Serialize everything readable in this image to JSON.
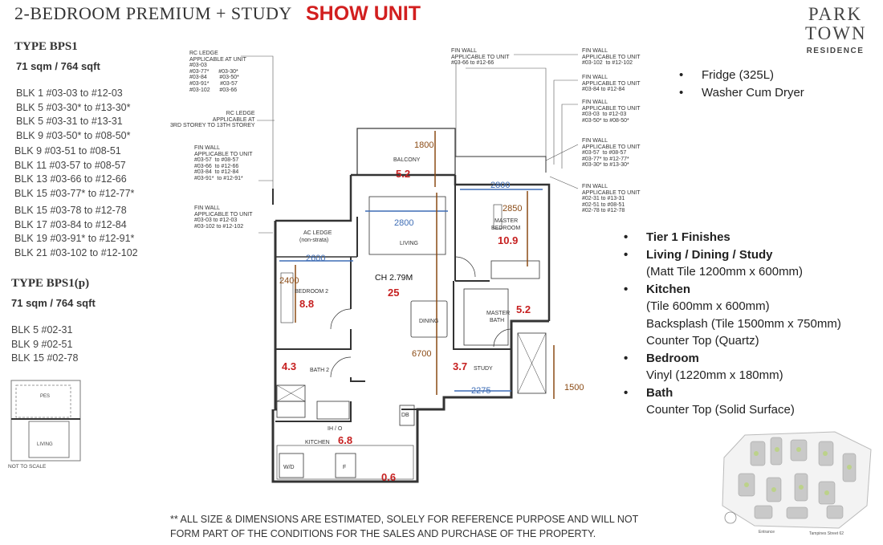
{
  "header": {
    "title": "2-BEDROOM PREMIUM + STUDY",
    "show_unit": "SHOW UNIT",
    "logo_line1": "PARK",
    "logo_line2": "TOWN",
    "logo_sub": "RESIDENCE"
  },
  "type_bps1": {
    "title": "TYPE BPS1",
    "area": "71 sqm / 764 sqft",
    "group1": [
      "BLK 1 #03-03 to #12-03",
      "BLK 5 #03-30* to #13-30*",
      "BLK 5 #03-31 to #13-31",
      "BLK 9 #03-50* to #08-50*"
    ],
    "group2": [
      "BLK 9 #03-51 to #08-51",
      "BLK 11 #03-57 to #08-57",
      "BLK 13 #03-66 to #12-66",
      "BLK 15 #03-77* to #12-77*"
    ],
    "group3": [
      "BLK 15 #03-78 to #12-78",
      "BLK 17 #03-84 to #12-84",
      "BLK 19 #03-91* to #12-91*",
      "BLK 21 #03-102 to #12-102"
    ]
  },
  "type_bps1p": {
    "title": "TYPE BPS1(p)",
    "area": "71 sqm / 764 sqft",
    "units": [
      "BLK 5 #02-31",
      "BLK 9 #02-51",
      "BLK 15 #02-78"
    ],
    "thumb_label_pes": "PES",
    "thumb_label_living": "LIVING",
    "not_to_scale": "NOT TO SCALE"
  },
  "appliances": [
    "Fridge (325L)",
    "Washer Cum Dryer"
  ],
  "finishes": {
    "title": "Tier 1 Finishes",
    "items": [
      {
        "heading": "Living / Dining / Study",
        "details": [
          "(Matt Tile 1200mm x 600mm)"
        ]
      },
      {
        "heading": "Kitchen",
        "details": [
          "(Tile 600mm x 600mm)",
          "Backsplash (Tile 1500mm x 750mm)",
          "Counter Top (Quartz)"
        ]
      },
      {
        "heading": "Bedroom",
        "details": [
          "Vinyl (1220mm x 180mm)"
        ]
      },
      {
        "heading": "Bath",
        "details": [
          "Counter Top (Solid Surface)"
        ]
      }
    ]
  },
  "disclaimer": [
    "** ALL SIZE & DIMENSIONS ARE ESTIMATED, SOLELY FOR REFERENCE PURPOSE AND WILL NOT",
    "FORM PART OF THE CONDITIONS FOR THE SALES AND PURCHASE OF THE PROPERTY."
  ],
  "annotations": {
    "rc_ledge_units": "RC LEDGE\nAPPLICABLE AT UNIT\n#03-03\n#03-77*      #03-30*\n#03-84        #03-50*\n#03-91*       #03-57\n#03-102      #03-66",
    "rc_ledge_storey": "RC LEDGE\nAPPLICABLE AT\n3RD STOREY TO 13TH STOREY",
    "fin_wall_left1": "FIN WALL\nAPPLICABLE TO UNIT\n#03-57  to #08-57\n#03-66  to #12-66\n#03-84  to #12-84\n#03-91*  to #12-91*",
    "fin_wall_left2": "FIN WALL\nAPPLICABLE TO UNIT\n#03-03 to #12-03\n#03-102 to #12-102",
    "fin_wall_top": "FIN WALL\nAPPLICABLE TO UNIT\n#03-66 to #12-66",
    "fin_wall_r1": "FIN WALL\nAPPLICABLE TO UNIT\n#03-102  to #12-102",
    "fin_wall_r2": "FIN WALL\nAPPLICABLE TO UNIT\n#03-84 to #12-84",
    "fin_wall_r3": "FIN WALL\nAPPLICABLE TO UNIT\n#03-03  to #12-03\n#03-50* to #08-50*",
    "fin_wall_r4": "FIN WALL\nAPPLICABLE TO UNIT\n#03-57  to #08-57\n#03-77* to #12-77*\n#03-30* to #13-30*",
    "fin_wall_r5": "FIN WALL\nAPPLICABLE TO UNIT\n#02-31 to #13-31\n#02-51 to #08-51\n#02-78 to #12-78"
  },
  "plan": {
    "rooms": {
      "balcony": "BALCONY",
      "living": "LIVING",
      "master_bedroom_l1": "MASTER",
      "master_bedroom_l2": "BEDROOM",
      "ac_ledge_l1": "AC LEDGE",
      "ac_ledge_l2": "(non-strata)",
      "bedroom2": "BEDROOM 2",
      "dining": "DINING",
      "master_bath_l1": "MASTER",
      "master_bath_l2": "BATH",
      "bath2": "BATH 2",
      "study": "STUDY",
      "kitchen": "KITCHEN",
      "ih_o": "IH / O",
      "wd": "W/D",
      "fridge": "F",
      "db": "DB",
      "ch": "CH 2.79M"
    },
    "areas": {
      "balcony": "5.2",
      "master_bedroom": "10.9",
      "bedroom2": "8.8",
      "living_dining": "25",
      "master_bath": "5.2",
      "bath2": "4.3",
      "study": "3.7",
      "kitchen": "6.8",
      "db": "0.6"
    },
    "dimensions": {
      "balcony_depth": "1800",
      "master_width": "2800",
      "living_width": "2800",
      "master_depth": "2850",
      "bedroom2_width": "2600",
      "bedroom2_depth": "2400",
      "living_depth": "6700",
      "study_width": "2275",
      "study_depth": "1500"
    }
  },
  "site_plan": {
    "label_street": "Tampines Street 62",
    "label_entrance": "Entrance"
  },
  "colors": {
    "accent_red": "#d21f1f",
    "dim_blue": "#3e6db5",
    "dim_brown": "#8a4a14",
    "area_red": "#c62020"
  }
}
